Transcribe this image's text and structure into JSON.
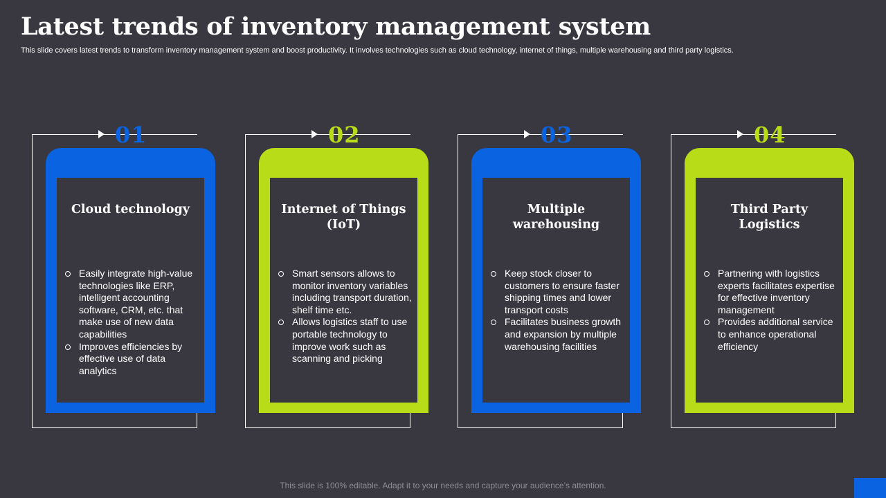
{
  "page": {
    "title": "Latest trends of inventory management system",
    "subtitle": "This slide covers latest trends to transform inventory management system and boost productivity. It involves technologies such as cloud technology, internet of things, multiple warehousing and third party logistics.",
    "footer": "This slide is 100% editable. Adapt it to your needs and capture your audience’s attention."
  },
  "colors": {
    "background": "#393840",
    "blue": "#0a63e0",
    "green": "#b8dd18",
    "text": "#ffffff"
  },
  "cards": [
    {
      "number": "01",
      "title": "Cloud technology",
      "accent": "#0a63e0",
      "bullets": [
        "Easily integrate high-value technologies like ERP, intelligent accounting software, CRM, etc. that make use of new data capabilities",
        "Improves efficiencies by effective use of data analytics"
      ]
    },
    {
      "number": "02",
      "title": "Internet of Things (IoT)",
      "accent": "#b8dd18",
      "bullets": [
        "Smart sensors allows to monitor inventory variables including transport duration, shelf time etc.",
        "Allows logistics staff  to use portable technology to improve work such as scanning and picking"
      ]
    },
    {
      "number": "03",
      "title": "Multiple warehousing",
      "accent": "#0a63e0",
      "bullets": [
        "Keep stock closer to customers to ensure faster shipping times and lower transport costs",
        "Facilitates business growth and expansion by multiple warehousing facilities"
      ]
    },
    {
      "number": "04",
      "title": "Third Party Logistics",
      "accent": "#b8dd18",
      "bullets": [
        "Partnering with logistics experts facilitates expertise for effective inventory management",
        "Provides additional service to enhance operational efficiency"
      ]
    }
  ]
}
